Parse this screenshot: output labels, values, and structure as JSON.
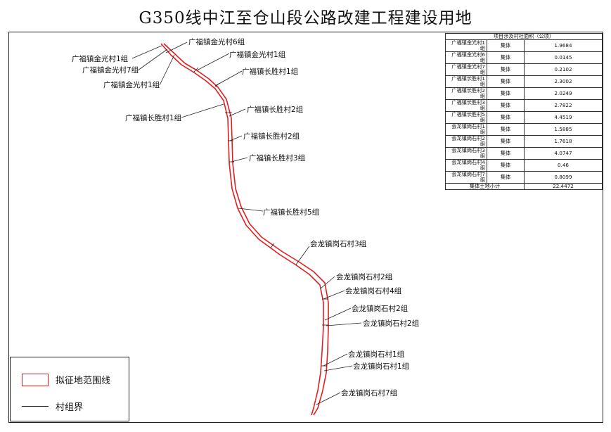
{
  "title": "G350线中江至仓山段公路改建工程建设用地",
  "table": {
    "header": "项目涉及村社面积（公顷）",
    "rows": [
      {
        "name": "广福镇金光村1组",
        "type": "集体",
        "area": "1.9684"
      },
      {
        "name": "广福镇金光村6组",
        "type": "集体",
        "area": "0.0145"
      },
      {
        "name": "广福镇金光村7组",
        "type": "集体",
        "area": "0.2102"
      },
      {
        "name": "广福镇长胜村1组",
        "type": "集体",
        "area": "2.3002"
      },
      {
        "name": "广福镇长胜村2组",
        "type": "集体",
        "area": "2.0249"
      },
      {
        "name": "广福镇长胜村3组",
        "type": "集体",
        "area": "2.7822"
      },
      {
        "name": "广福镇长胜村5组",
        "type": "集体",
        "area": "4.4519"
      },
      {
        "name": "会龙镇岗石村1组",
        "type": "集体",
        "area": "1.5885"
      },
      {
        "name": "会龙镇岗石村2组",
        "type": "集体",
        "area": "1.7618"
      },
      {
        "name": "会龙镇岗石村3组",
        "type": "集体",
        "area": "4.0747"
      },
      {
        "name": "会龙镇岗石村4组",
        "type": "集体",
        "area": "0.46"
      },
      {
        "name": "会龙镇岗石村7组",
        "type": "集体",
        "area": "0.8099"
      }
    ],
    "total_label": "集体土地小计",
    "total_value": "22.4472"
  },
  "labels": [
    "广福镇金光村6组",
    "广福镇金光村1组",
    "广福镇金光村7组",
    "广福镇金光村1组",
    "广福镇金光村1组",
    "广福镇长胜村1组",
    "广福镇长胜村1组",
    "广福镇长胜村2组",
    "广福镇长胜村2组",
    "广福镇长胜村3组",
    "广福镇长胜村5组",
    "会龙镇岗石村3组",
    "会龙镇岗石村2组",
    "会龙镇岗石村4组",
    "会龙镇岗石村2组",
    "会龙镇岗石村2组",
    "会龙镇岗石村1组",
    "会龙镇岗石村1组",
    "会龙镇岗石村7组"
  ],
  "legend": {
    "boundary_label": "拟征地范围线",
    "village_label": "村组界"
  },
  "colors": {
    "boundary": "#e02020",
    "line": "#222222"
  }
}
